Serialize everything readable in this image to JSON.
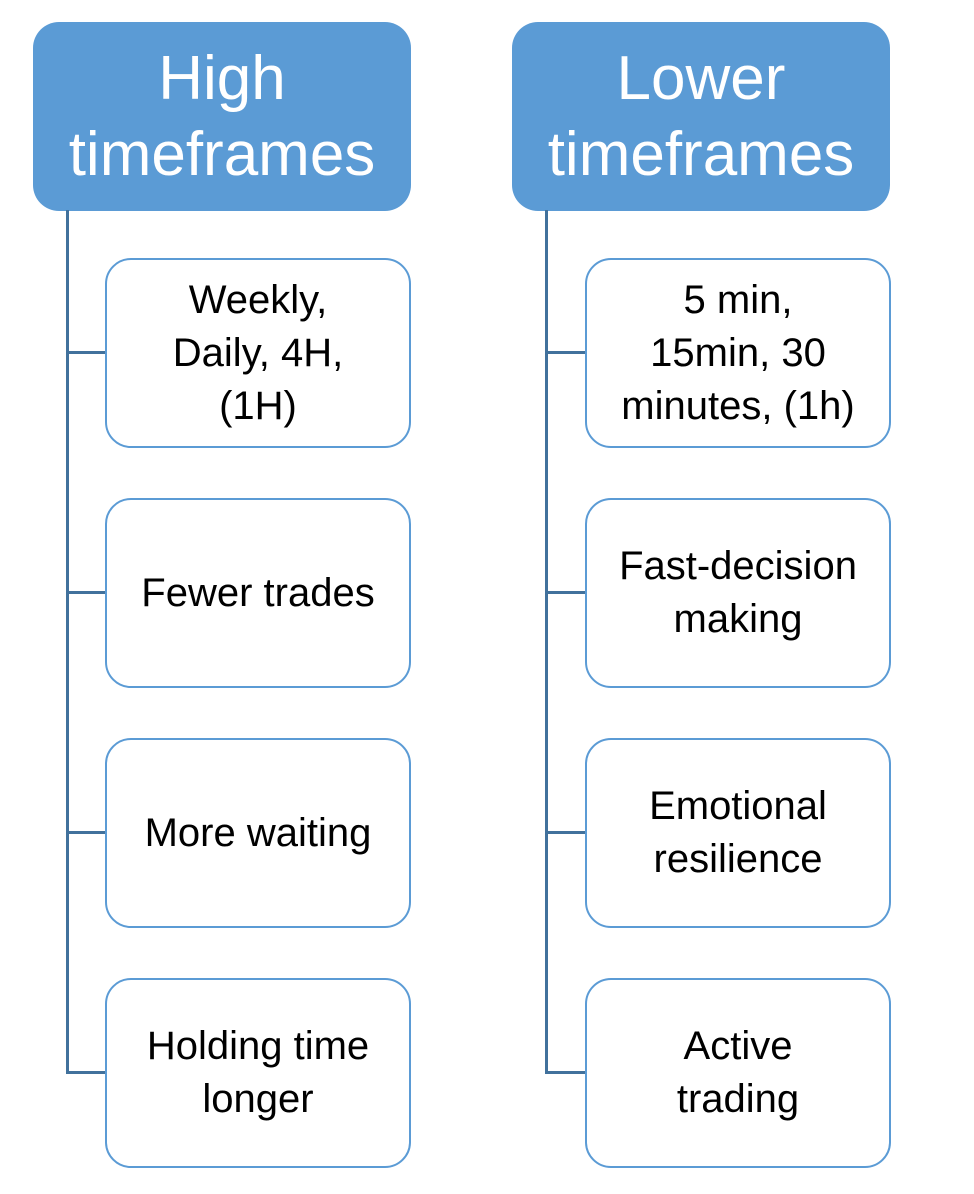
{
  "colors": {
    "background": "#FFFFFF",
    "header_fill": "#5B9BD5",
    "header_text": "#FFFFFF",
    "child_border": "#5B9BD5",
    "child_text": "#000000",
    "connector": "#41719C"
  },
  "columns": [
    {
      "header": "High\ntimeframes",
      "items": [
        "Weekly,\nDaily, 4H,\n(1H)",
        "Fewer trades",
        "More waiting",
        "Holding time\nlonger"
      ]
    },
    {
      "header": "Lower\ntimeframes",
      "items": [
        "5 min,\n15min, 30\nminutes, (1h)",
        "Fast-decision\nmaking",
        "Emotional\nresilience",
        "Active\ntrading"
      ]
    }
  ]
}
